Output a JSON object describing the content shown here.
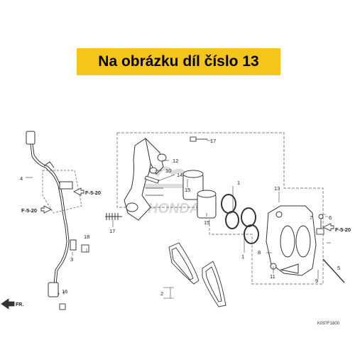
{
  "banner": {
    "text": "Na obrázku díl číslo 13"
  },
  "watermark": {
    "text": "HONDA"
  },
  "diagram_code": "K097F1800",
  "front_arrow_label": "FR.",
  "references": {
    "ref_right": "F-5-20",
    "ref_left_upper": "F-5-20",
    "ref_left_lower": "F-5-20"
  },
  "callouts": {
    "c1": "1",
    "c2": "2",
    "c3": "3",
    "c4": "4",
    "c5": "5",
    "c6": "6",
    "c7": "7",
    "c8": "8",
    "c9": "9",
    "c10": "10",
    "c11": "11",
    "c12": "12",
    "c13": "13",
    "c14": "14",
    "c15a": "15",
    "c15b": "15",
    "c16": "16",
    "c17a": "17",
    "c17b": "17",
    "c18": "18"
  },
  "colors": {
    "banner": "#f5c51b",
    "line": "#333333"
  }
}
